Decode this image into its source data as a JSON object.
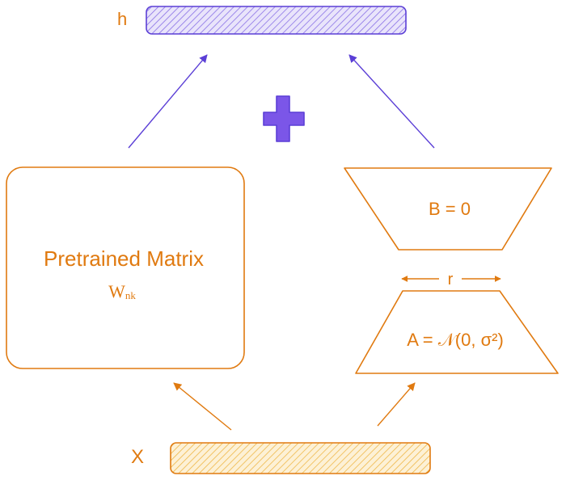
{
  "labels": {
    "h": "h",
    "x": "X",
    "pretrained_title": "Pretrained Matrix",
    "pretrained_symbol_main": "W",
    "pretrained_symbol_sub": "nk",
    "b_equation": "B = 0",
    "a_equation": "A = 𝒩(0, σ²)",
    "rank_label": "r"
  },
  "colors": {
    "orange": "#e07a10",
    "orange_fill": "#f7c86a",
    "purple": "#5b3fd6",
    "purple_fill": "#b3a3ee",
    "plus_fill": "#7b56e8"
  },
  "icons": {
    "plus": "plus-icon"
  }
}
